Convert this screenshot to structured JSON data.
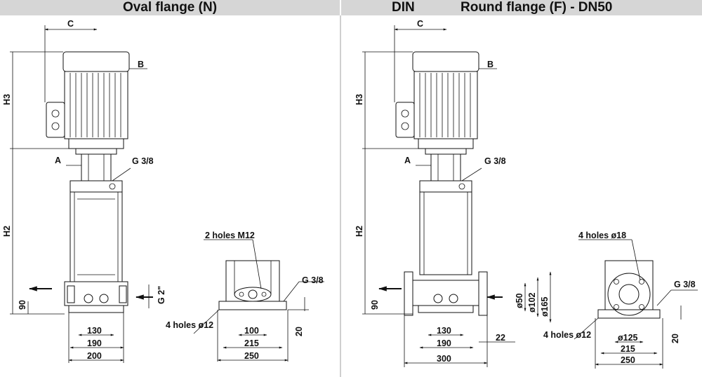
{
  "left": {
    "title": "Oval flange (N)",
    "labels": {
      "C": "C",
      "B": "B",
      "A": "A",
      "H3": "H3",
      "H2": "H2",
      "g38_top": "G 3/8",
      "g2": "G 2\"",
      "d90": "90",
      "d130": "130",
      "d190": "190",
      "d200": "200",
      "holes_m12": "2 holes M12",
      "g38_base": "G 3/8",
      "holes_12": "4 holes ø12",
      "d100": "100",
      "d215": "215",
      "d250": "250",
      "d20": "20"
    }
  },
  "right": {
    "standard": "DIN",
    "title": "Round flange (F) - DN50",
    "labels": {
      "C": "C",
      "B": "B",
      "A": "A",
      "H3": "H3",
      "H2": "H2",
      "g38_top": "G 3/8",
      "d90": "90",
      "d50": "ø50",
      "d102": "ø102",
      "d165": "ø165",
      "d130": "130",
      "d190": "190",
      "d300": "300",
      "d22": "22",
      "holes_18": "4 holes ø18",
      "g38_base": "G 3/8",
      "holes_12": "4 holes ø12",
      "d125": "ø125",
      "d215": "215",
      "d250": "250",
      "d20": "20"
    }
  }
}
